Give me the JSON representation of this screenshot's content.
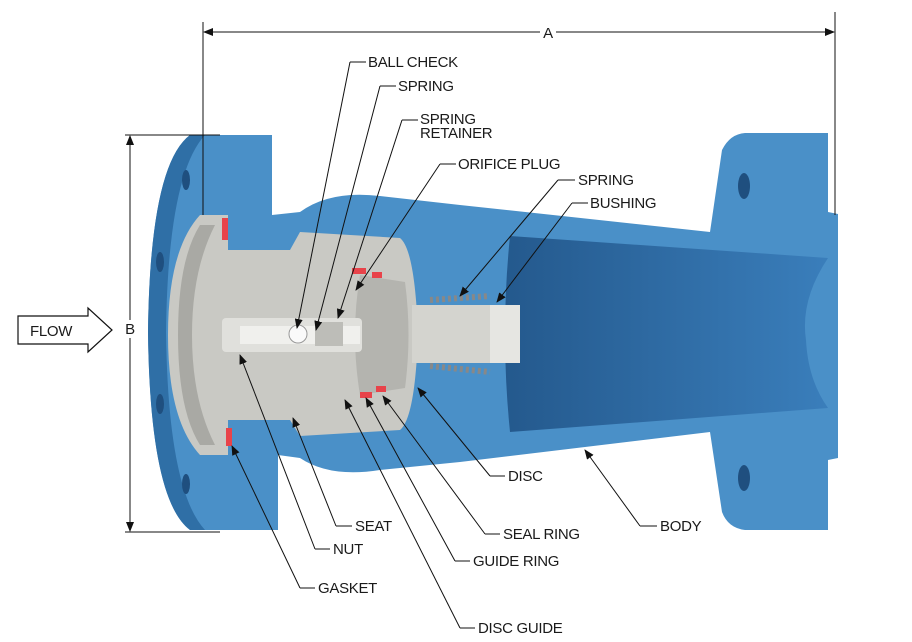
{
  "dimensions": {
    "a": "A",
    "b": "B"
  },
  "flow_label": "FLOW",
  "labels": {
    "ball_check": "BALL CHECK",
    "spring_top": "SPRING",
    "spring_retainer_1": "SPRING",
    "spring_retainer_2": "RETAINER",
    "orifice_plug": "ORIFICE PLUG",
    "spring_right": "SPRING",
    "bushing": "BUSHING",
    "disc": "DISC",
    "body": "BODY",
    "seal_ring": "SEAL RING",
    "seat": "SEAT",
    "guide_ring": "GUIDE RING",
    "nut": "NUT",
    "gasket": "GASKET",
    "disc_guide": "DISC GUIDE"
  },
  "colors": {
    "body": "#4a90c8",
    "body_shadow": "#2f6fa6",
    "internals": "#c9c9c4",
    "seal": "#e8434a"
  }
}
